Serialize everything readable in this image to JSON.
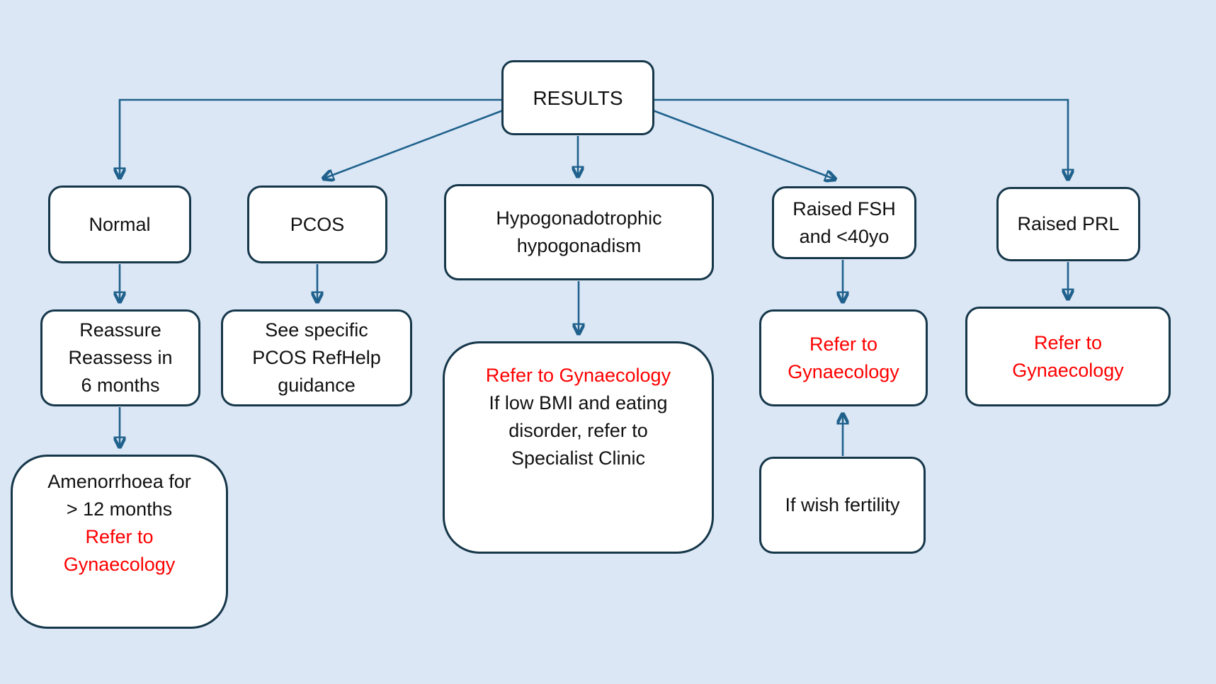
{
  "palette": {
    "background": "#dbe7f5",
    "node_fill": "#ffffff",
    "node_border": "#16374a",
    "arrow": "#1f618c",
    "alert_text": "#ff0000",
    "text": "#111111"
  },
  "nodes": {
    "results": {
      "label": "RESULTS"
    },
    "normal": {
      "label": "Normal"
    },
    "pcos": {
      "label": "PCOS"
    },
    "hypo": {
      "lines": [
        "Hypogonadotrophic",
        "hypogonadism"
      ]
    },
    "fsh": {
      "lines": [
        "Raised FSH",
        "and <40yo"
      ]
    },
    "prl": {
      "label": "Raised PRL"
    },
    "reassure": {
      "lines": [
        "Reassure",
        "Reassess in",
        "6 months"
      ]
    },
    "pcos_guidance": {
      "lines": [
        "See specific",
        "PCOS RefHelp",
        "guidance"
      ]
    },
    "hypo_refer": {
      "red_lines": [
        "Refer to Gynaecology"
      ],
      "lines": [
        "If low BMI and eating",
        "disorder, refer to",
        "Specialist Clinic"
      ]
    },
    "fsh_refer": {
      "red_lines": [
        "Refer to",
        "Gynaecology"
      ]
    },
    "prl_refer": {
      "red_lines": [
        "Refer to",
        "Gynaecology"
      ]
    },
    "amenorrhoea": {
      "lines": [
        "Amenorrhoea for",
        "> 12 months"
      ],
      "red_lines": [
        "Refer to",
        "Gynaecology"
      ]
    },
    "fertility": {
      "label": "If wish fertility"
    }
  },
  "edges": [
    {
      "from": "results",
      "to": "normal"
    },
    {
      "from": "results",
      "to": "pcos"
    },
    {
      "from": "results",
      "to": "hypo"
    },
    {
      "from": "results",
      "to": "fsh"
    },
    {
      "from": "results",
      "to": "prl"
    },
    {
      "from": "normal",
      "to": "reassure"
    },
    {
      "from": "reassure",
      "to": "amenorrhoea"
    },
    {
      "from": "pcos",
      "to": "pcos_guidance"
    },
    {
      "from": "hypo",
      "to": "hypo_refer"
    },
    {
      "from": "fsh",
      "to": "fsh_refer"
    },
    {
      "from": "fertility",
      "to": "fsh_refer"
    },
    {
      "from": "prl",
      "to": "prl_refer"
    }
  ]
}
